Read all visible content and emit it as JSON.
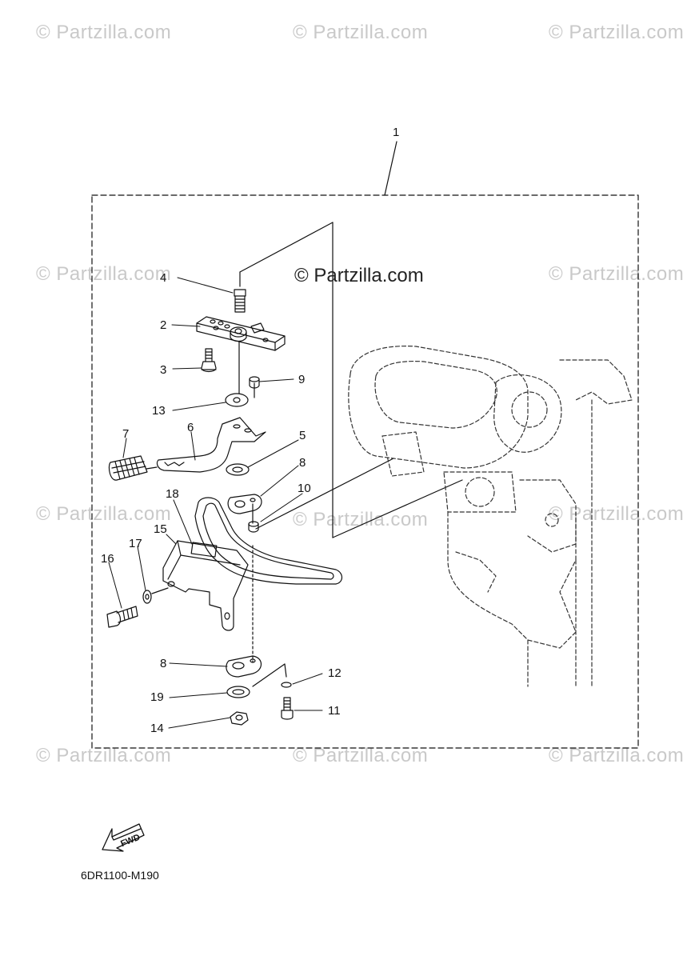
{
  "watermark": {
    "main": "© Partzilla.com",
    "repeat": "© Partzilla.com"
  },
  "diagram": {
    "code": "6DR1100-M190",
    "fwd_label": "FWD"
  },
  "callouts": {
    "c1": "1",
    "c2": "2",
    "c3": "3",
    "c4": "4",
    "c5": "5",
    "c6": "6",
    "c7": "7",
    "c8a": "8",
    "c8b": "8",
    "c9": "9",
    "c10": "10",
    "c11": "11",
    "c12": "12",
    "c13": "13",
    "c14": "14",
    "c15": "15",
    "c16": "16",
    "c17": "17",
    "c18": "18",
    "c19": "19"
  }
}
